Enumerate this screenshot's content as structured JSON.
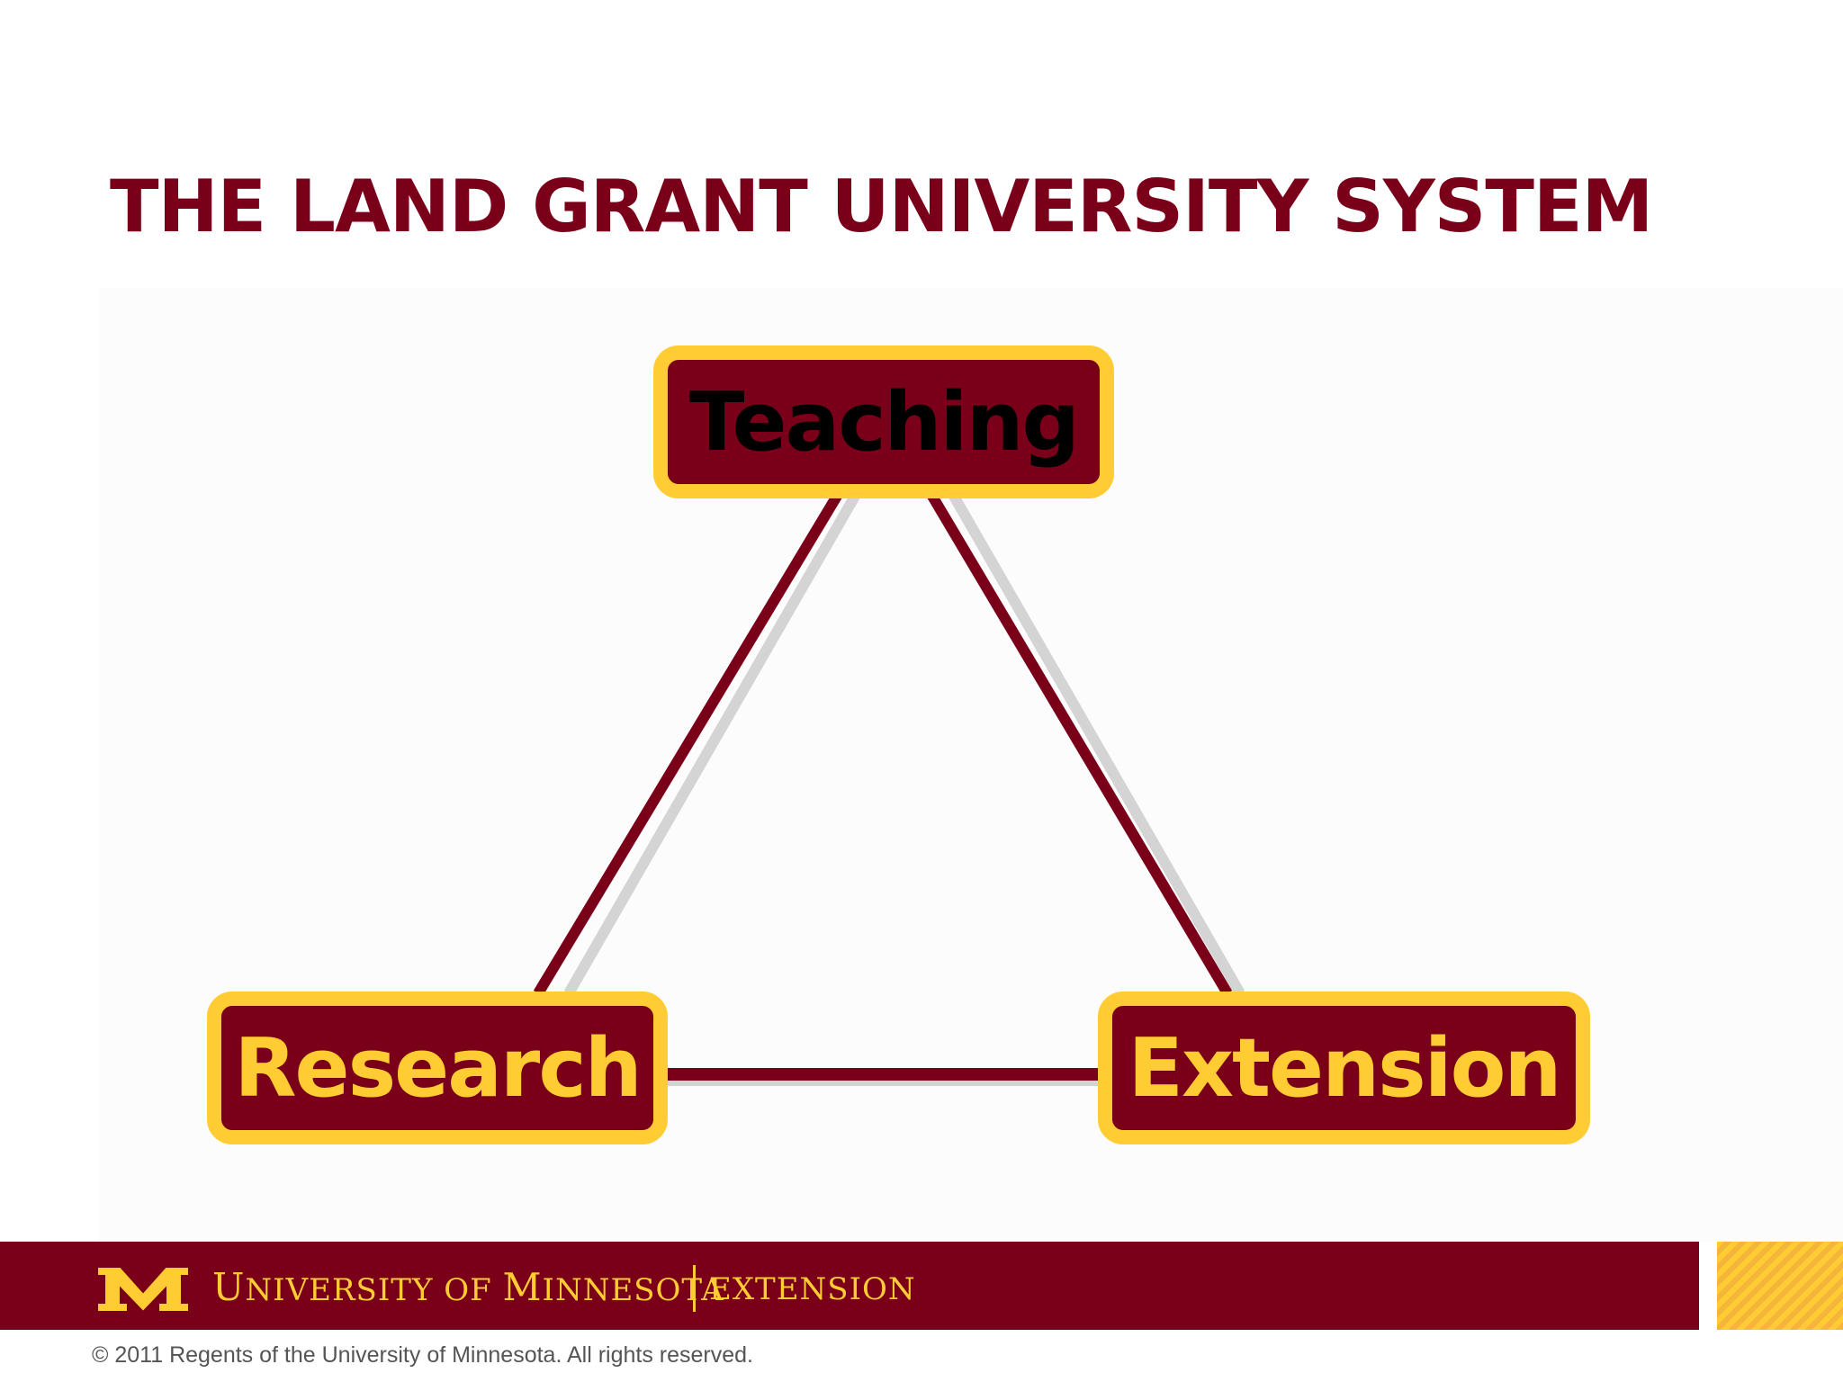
{
  "slide": {
    "title": "THE LAND GRANT UNIVERSITY SYSTEM"
  },
  "diagram": {
    "nodes": {
      "top": "Teaching",
      "left": "Research",
      "right": "Extension"
    }
  },
  "footer": {
    "brand_first_letter_1": "U",
    "brand_rest_1": "NIVERSITY OF ",
    "brand_first_letter_2": "M",
    "brand_rest_2": "INNESOTA",
    "brand_division": "EXTENSION",
    "copyright": "© 2011 Regents of the University of Minnesota.  All rights reserved."
  },
  "colors": {
    "maroon": "#7a0019",
    "gold": "#ffcc33",
    "shadow": "#d4d4d4"
  }
}
